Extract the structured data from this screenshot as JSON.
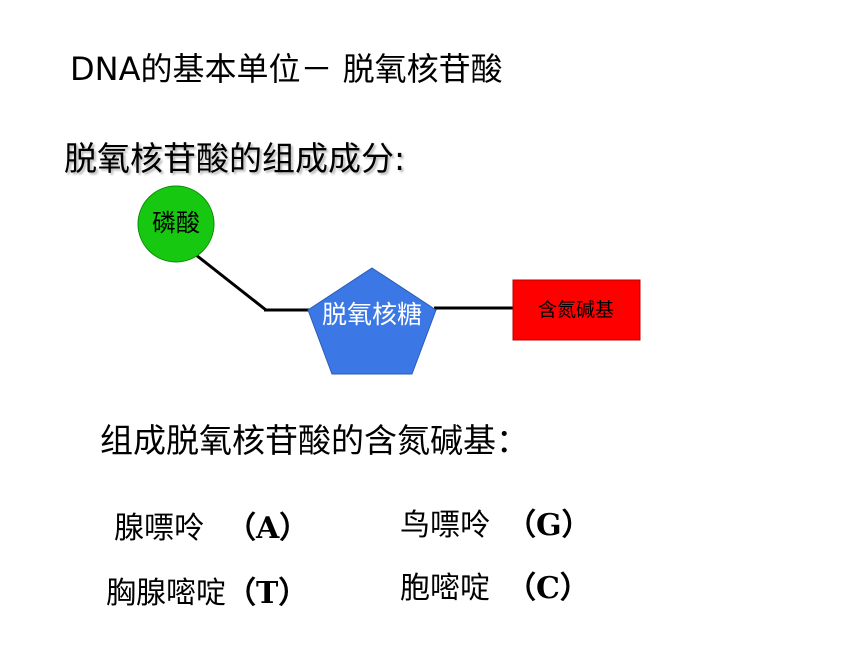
{
  "title": "DNA的基本单位－ 脱氧核苷酸",
  "subtitle": "脱氧核苷酸的组成成分:",
  "diagram": {
    "phosphate": {
      "label": "磷酸",
      "color": "#16c80f"
    },
    "sugar": {
      "label": "脱氧核糖",
      "color": "#3b78e6"
    },
    "base": {
      "label": "含氮碱基",
      "color": "#ff0000"
    }
  },
  "bases_heading": "组成脱氧核苷酸的含氮碱基：",
  "bases": [
    {
      "name": "腺嘌呤",
      "code": "（A）"
    },
    {
      "name": "鸟嘌呤",
      "code": "（G）"
    },
    {
      "name": "胸腺嘧啶",
      "code": "（T）"
    },
    {
      "name": "胞嘧啶",
      "code": "（C）"
    }
  ]
}
